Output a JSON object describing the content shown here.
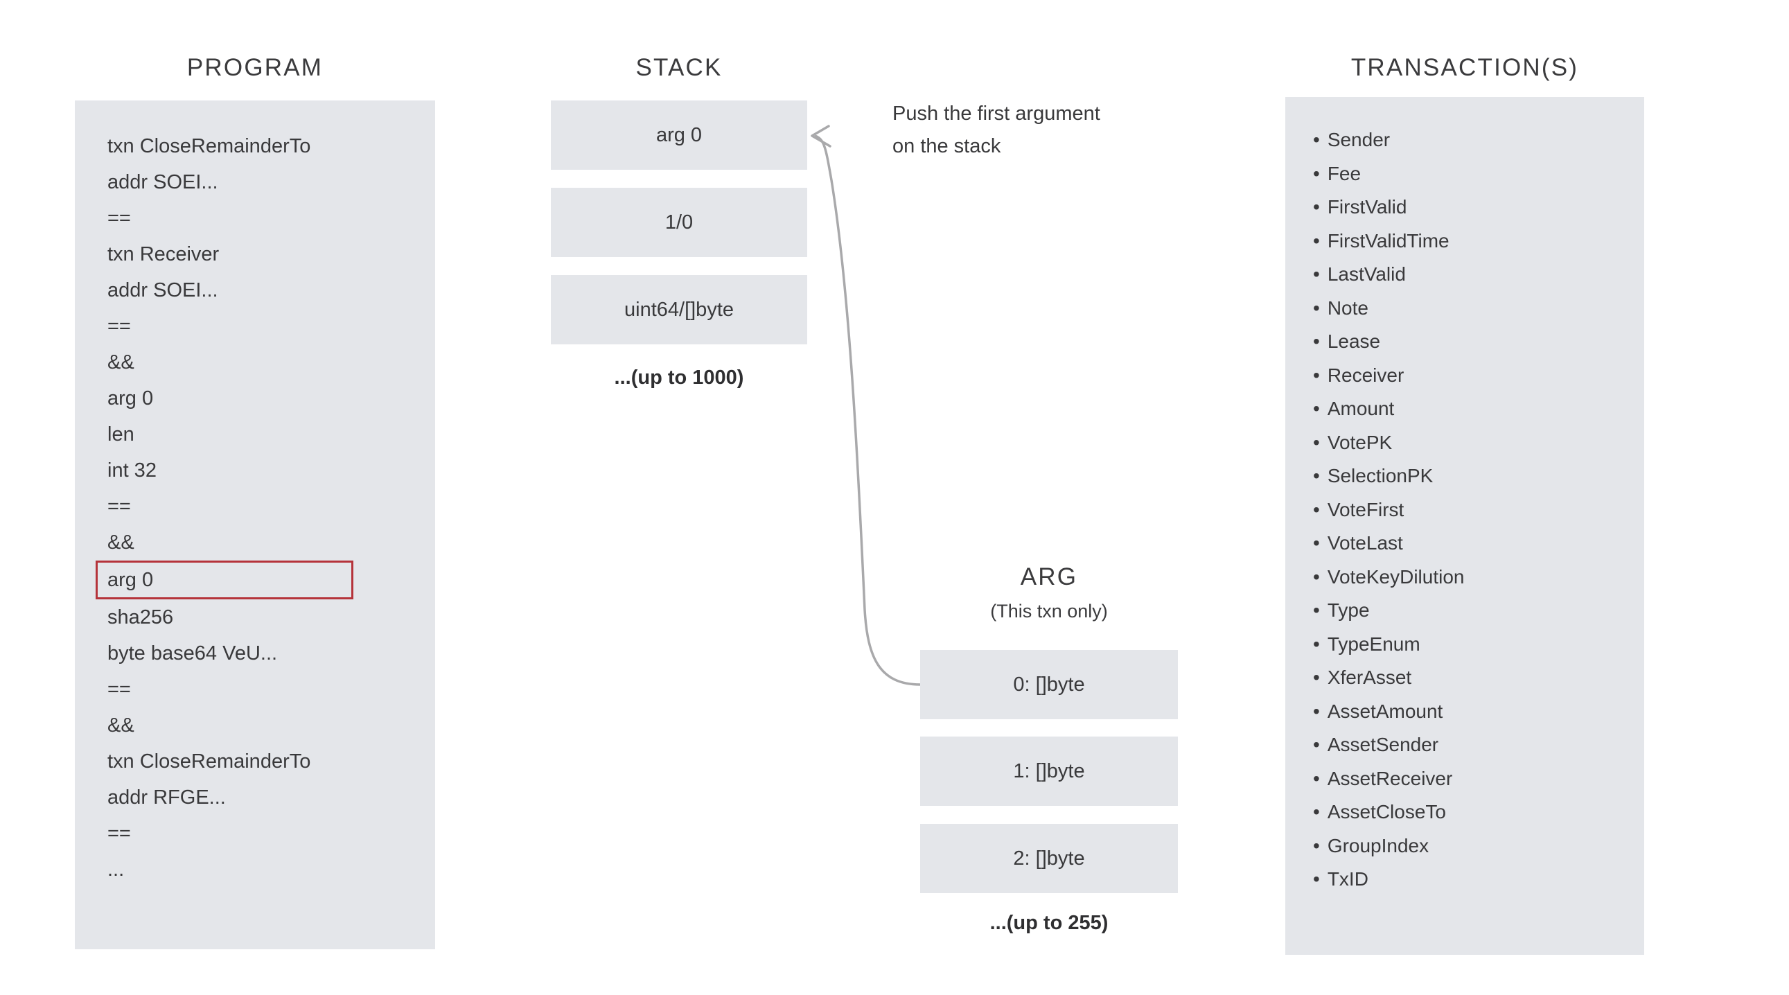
{
  "columns": {
    "program": {
      "title": "PROGRAM",
      "lines": [
        {
          "text": "txn CloseRemainderTo",
          "highlighted": false
        },
        {
          "text": "addr SOEI...",
          "highlighted": false
        },
        {
          "text": "==",
          "highlighted": false
        },
        {
          "text": "txn Receiver",
          "highlighted": false
        },
        {
          "text": "addr SOEI...",
          "highlighted": false
        },
        {
          "text": "==",
          "highlighted": false
        },
        {
          "text": "&&",
          "highlighted": false
        },
        {
          "text": "arg 0",
          "highlighted": false
        },
        {
          "text": "len",
          "highlighted": false
        },
        {
          "text": "int 32",
          "highlighted": false
        },
        {
          "text": "==",
          "highlighted": false
        },
        {
          "text": "&&",
          "highlighted": false
        },
        {
          "text": "arg 0",
          "highlighted": true
        },
        {
          "text": "sha256",
          "highlighted": false
        },
        {
          "text": "byte base64 VeU...",
          "highlighted": false
        },
        {
          "text": "==",
          "highlighted": false
        },
        {
          "text": "&&",
          "highlighted": false
        },
        {
          "text": "txn CloseRemainderTo",
          "highlighted": false
        },
        {
          "text": "addr RFGE...",
          "highlighted": false
        },
        {
          "text": "==",
          "highlighted": false
        },
        {
          "text": "...",
          "highlighted": false
        }
      ]
    },
    "stack": {
      "title": "STACK",
      "cells": [
        "arg 0",
        "1/0",
        "uint64/[]byte"
      ],
      "more_caption": "...(up to 1000)"
    },
    "arg": {
      "title": "ARG",
      "subtitle": "(This txn only)",
      "cells": [
        "0: []byte",
        "1: []byte",
        "2: []byte"
      ],
      "more_caption": "...(up to 255)"
    },
    "transactions": {
      "title": "TRANSACTION(S)",
      "bullet": "•",
      "fields": [
        "Sender",
        "Fee",
        "FirstValid",
        "FirstValidTime",
        "LastValid",
        "Note",
        "Lease",
        "Receiver",
        "Amount",
        "VotePK",
        "SelectionPK",
        "VoteFirst",
        "VoteLast",
        "VoteKeyDilution",
        "Type",
        "TypeEnum",
        "XferAsset",
        "AssetAmount",
        "AssetSender",
        "AssetReceiver",
        "AssetCloseTo",
        "GroupIndex",
        "TxID"
      ]
    }
  },
  "annotations": {
    "push_arg": {
      "line1": "Push the first argument",
      "line2": "on the stack"
    }
  },
  "colors": {
    "panel_background": "#e4e6ea",
    "text": "#39393b",
    "highlight_border": "#b5333a",
    "arrow": "#a9a9ab",
    "page_background": "#ffffff"
  }
}
